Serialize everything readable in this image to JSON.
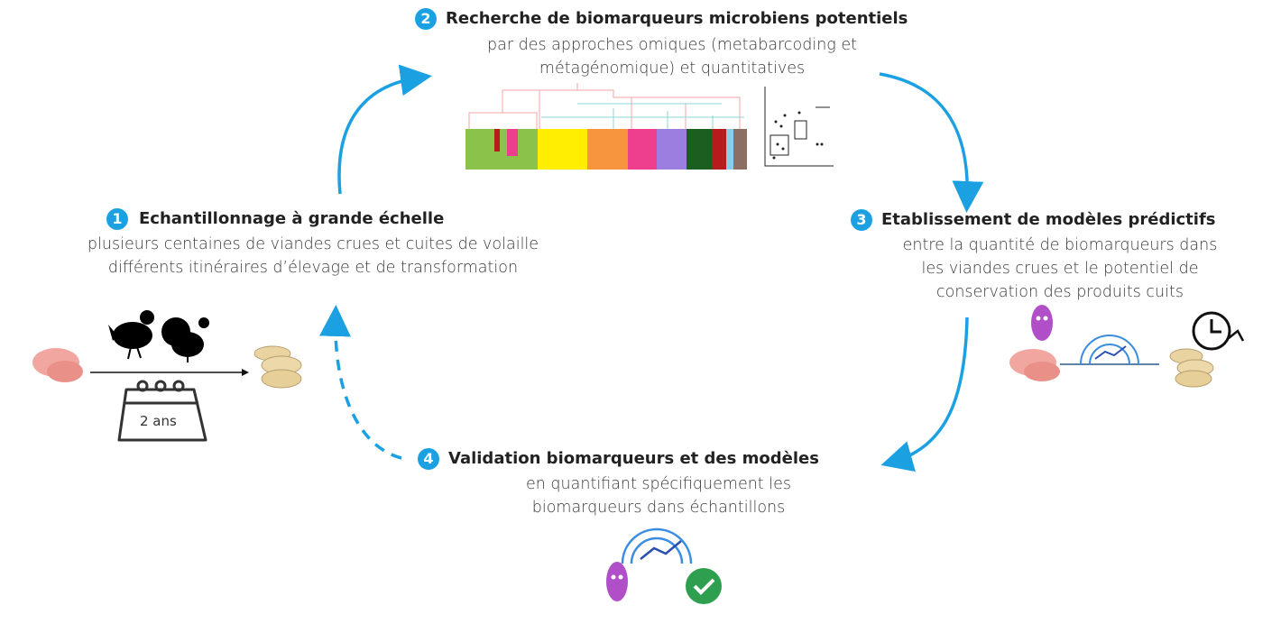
{
  "steps": [
    {
      "number": "1",
      "title": "Echantillonnage à grande échelle",
      "lines": [
        "plusieurs centaines de viandes crues et cuites de volaille",
        "différents itinéraires d’élevage et de transformation"
      ]
    },
    {
      "number": "2",
      "title": "Recherche de biomarqueurs microbiens potentiels",
      "lines": [
        "par des approches omiques (metabarcoding et",
        "métagénomique) et quantitatives"
      ]
    },
    {
      "number": "3",
      "title": "Etablissement de modèles prédictifs",
      "lines": [
        "entre la quantité de biomarqueurs dans",
        "les viandes crues et le potentiel de",
        "conservation des produits cuits"
      ]
    },
    {
      "number": "4",
      "title": "Validation biomarqueurs et des modèles",
      "lines": [
        "en quantifiant spécifiquement les",
        "biomarqueurs dans échantillons"
      ]
    }
  ],
  "calendar_label": "2 ans",
  "colors": {
    "accent": "#1ba1e2",
    "text": "#333333",
    "check": "#2e9e4f",
    "bacteria": "#b04fc8"
  }
}
